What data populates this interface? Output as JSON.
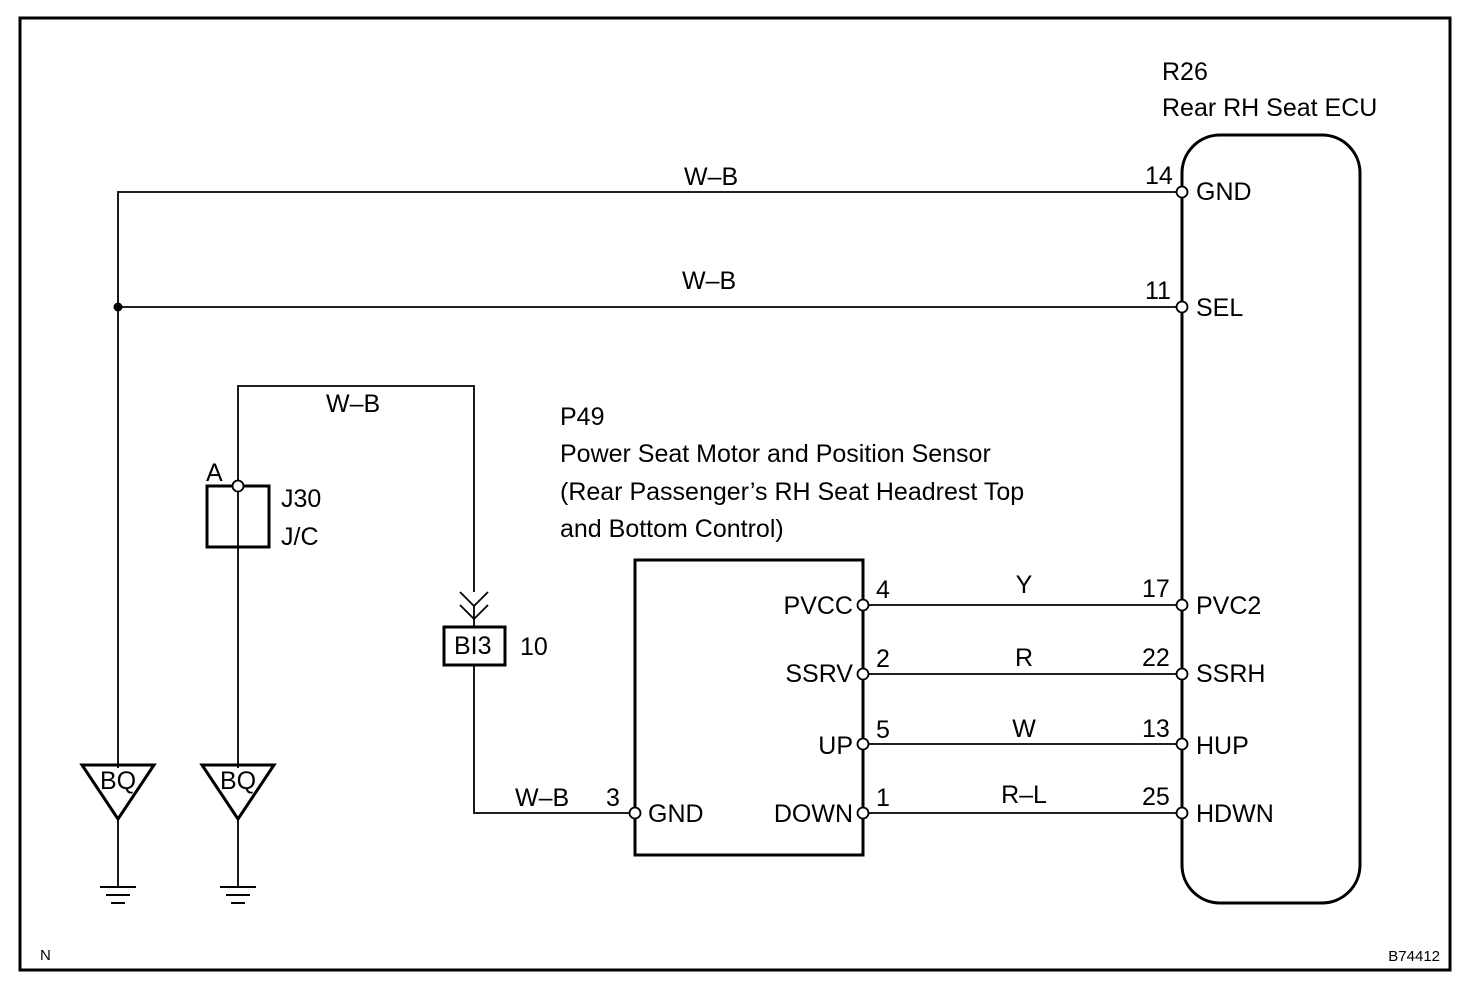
{
  "frame": {
    "corner_left": "N",
    "corner_right": "B74412"
  },
  "ecu": {
    "code": "R26",
    "name": "Rear RH Seat ECU",
    "pins": [
      {
        "num": "14",
        "name": "GND"
      },
      {
        "num": "11",
        "name": "SEL"
      },
      {
        "num": "17",
        "name": "PVC2"
      },
      {
        "num": "22",
        "name": "SSRH"
      },
      {
        "num": "13",
        "name": "HUP"
      },
      {
        "num": "25",
        "name": "HDWN"
      }
    ]
  },
  "sensor": {
    "code": "P49",
    "name_line1": "Power Seat Motor and Position Sensor",
    "name_line2": "(Rear Passenger’s RH Seat Headrest Top",
    "name_line3": "and Bottom Control)",
    "pins": [
      {
        "num": "4",
        "name": "PVCC"
      },
      {
        "num": "2",
        "name": "SSRV"
      },
      {
        "num": "5",
        "name": "UP"
      },
      {
        "num": "1",
        "name": "DOWN"
      },
      {
        "num": "3",
        "name": "GND"
      }
    ]
  },
  "wires": {
    "gnd_top": "W–B",
    "sel": "W–B",
    "jc_loop": "W–B",
    "sensor_gnd": "W–B",
    "pvcc": "Y",
    "ssrv": "R",
    "up": "W",
    "down": "R–L"
  },
  "junction": {
    "code": "J30",
    "type": "J/C",
    "terminal": "A"
  },
  "connector": {
    "code": "BI3",
    "pin": "10"
  },
  "grounds": {
    "left": "BQ",
    "middle": "BQ"
  }
}
